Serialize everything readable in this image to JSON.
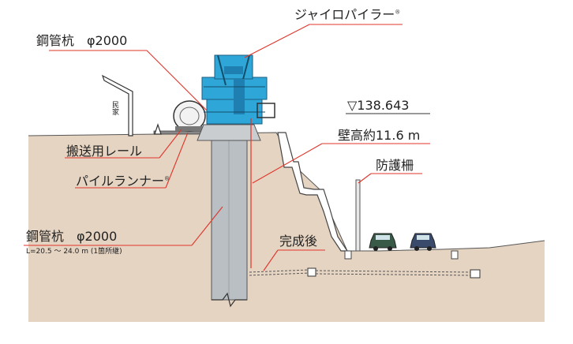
{
  "labels": {
    "gyro_piler": "ジャイロパイラー",
    "gyro_piler_mark": "®",
    "steel_pile_top": "鋼管杭　φ2000",
    "house": "民家",
    "level": "▽138.643",
    "wall_height": "壁高約11.6 m",
    "transport_rail": "搬送用レール",
    "pile_runner": "パイルランナー",
    "pile_runner_mark": "®",
    "guard_fence": "防護柵",
    "steel_pile_bottom": "鋼管杭　φ2000",
    "pile_length": "L=20.5 ～ 24.0 m (1箇所継)",
    "after_completion": "完成後"
  },
  "colors": {
    "ground": "#e6d4c2",
    "machine": "#2ea7d8",
    "leader": "#e0352b",
    "pile": "#b9bfc3",
    "car": "#3a5a48"
  }
}
